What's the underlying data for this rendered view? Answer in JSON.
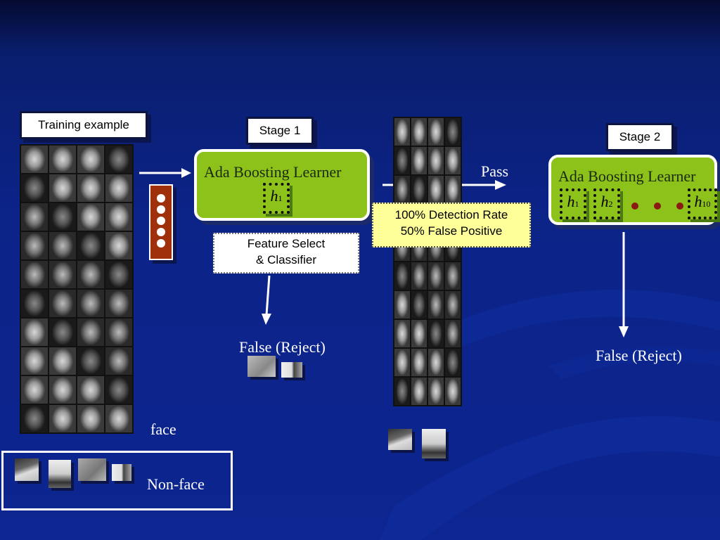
{
  "labels": {
    "training_example": "Training example",
    "stage1": "Stage 1",
    "stage2": "Stage 2",
    "learner_title": "Ada Boosting Learner",
    "feature_select_line1": "Feature Select",
    "feature_select_line2": "& Classifier",
    "detection_line1": "100% Detection Rate",
    "detection_line2": "50% False Positive",
    "pass": "Pass",
    "false_reject": "False (Reject)",
    "face": "face",
    "non_face": "Non-face"
  },
  "stage1_weak": [
    {
      "sym": "h",
      "sub": "1"
    }
  ],
  "stage2_weak": [
    {
      "sym": "h",
      "sub": "1"
    },
    {
      "sym": "h",
      "sub": "2"
    },
    {
      "sym": "h",
      "sub": "10"
    }
  ],
  "colors": {
    "background": "#0c2388",
    "learner": "#8cc21a",
    "feature_box": "#a0300c",
    "detection_note": "#ffff99",
    "ellipsis_dots": "#8b1a10"
  }
}
